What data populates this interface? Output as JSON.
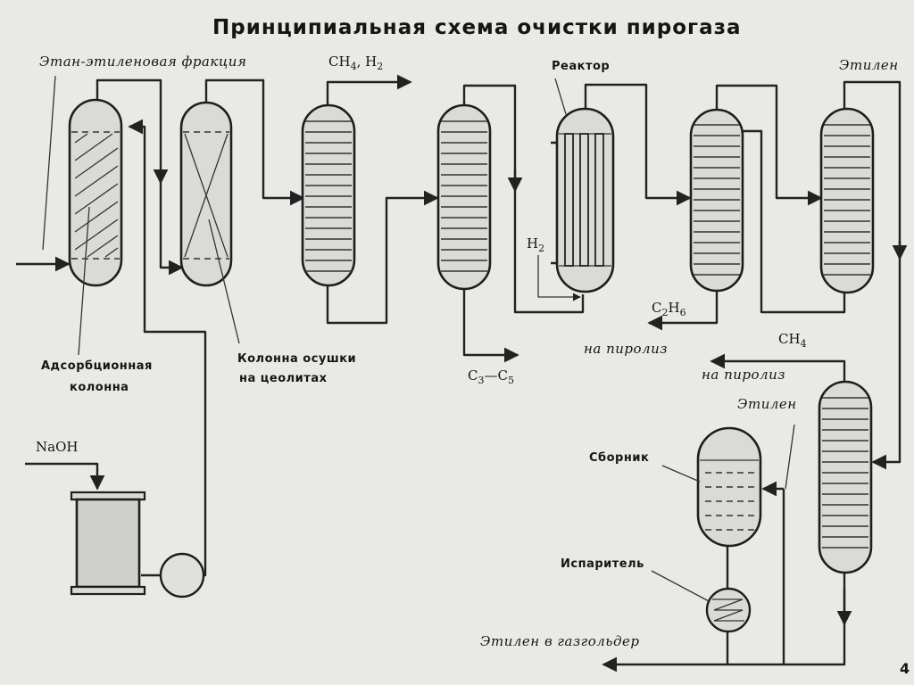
{
  "title": "Принципиальная схема очистки пирогаза",
  "page_number": "4",
  "streams": {
    "feed": "Этан-этиленовая фракция",
    "ch4_h2": {
      "a": "CH",
      "a_sub": "4",
      "b": ", H",
      "b_sub": "2"
    },
    "ethylene_top": "Этилен",
    "h2": {
      "a": "H",
      "a_sub": "2"
    },
    "c2h6": {
      "a": "C",
      "a_sub": "2",
      "b": "H",
      "b_sub": "6"
    },
    "to_pyrolysis_1": "на пиролиз",
    "ch4": {
      "a": "CH",
      "a_sub": "4"
    },
    "to_pyrolysis_2": "на пиролиз",
    "ethylene_mid": "Этилен",
    "c3c5": {
      "a": "C",
      "a_sub": "3",
      "b": "—C",
      "b_sub": "5"
    },
    "naoh": "NaOH",
    "ethylene_out": "Этилен в газгольдер"
  },
  "labels": {
    "reactor": "Реактор",
    "adsorption_column_1": "Адсорбционная",
    "adsorption_column_2": "колонна",
    "dryer_1": "Колонна осушки",
    "dryer_2": "на цеолитах",
    "collector": "Сборник",
    "evaporator": "Испаритель"
  }
}
